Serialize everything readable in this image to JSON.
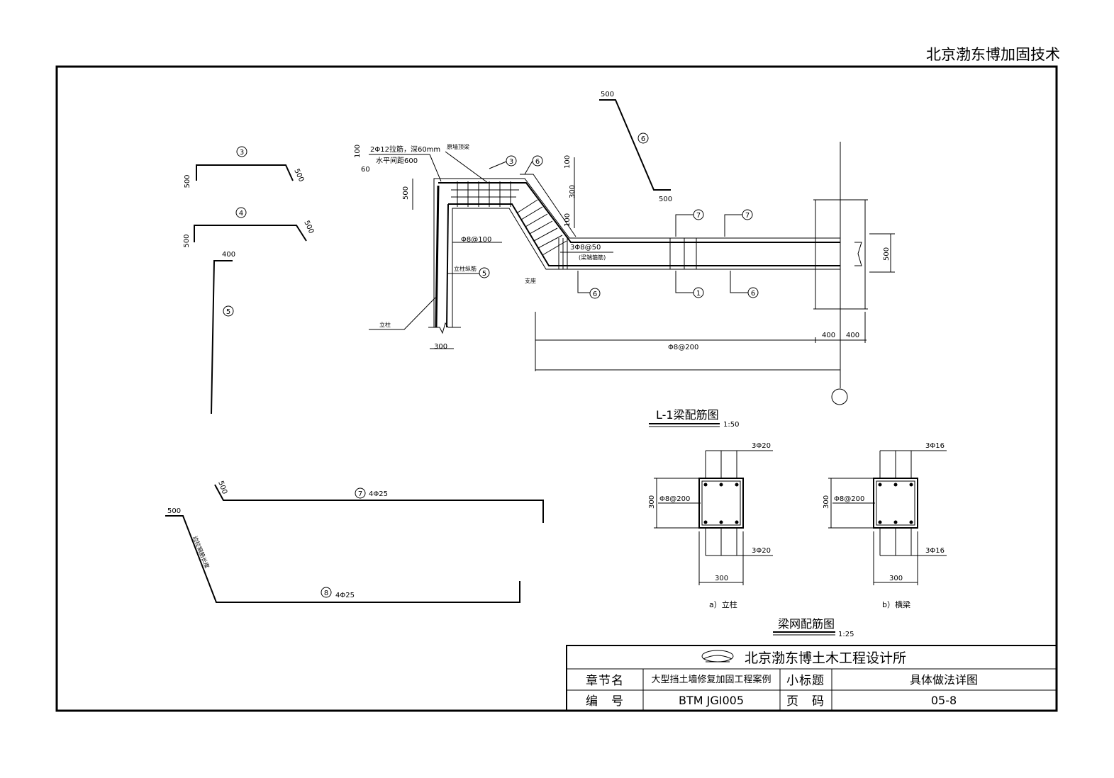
{
  "header": {
    "brand": "北京渤东博加固技术"
  },
  "bars": {
    "b3": {
      "mark": "3",
      "left": "500",
      "right": "500"
    },
    "b4": {
      "mark": "4",
      "left": "500",
      "right": "500"
    },
    "b5": {
      "mark": "5",
      "top": "400"
    },
    "b6": {
      "mark": "6",
      "top": "500",
      "bottom": "500"
    },
    "b7": {
      "mark": "7",
      "hook": "500",
      "spec": "4Φ25"
    },
    "b8": {
      "mark": "8",
      "top": "500",
      "spec": "4Φ25",
      "note": "边拉钢筋长度"
    }
  },
  "main": {
    "note1": "2Φ12拉筋，深60mm",
    "note2": "水平间距600",
    "dim100a": "100",
    "dim60": "60",
    "dim500a": "500",
    "dim300a": "300",
    "dim100b": "100",
    "dim100c": "100",
    "dim300b": "300",
    "dim500b": "500",
    "dim400a": "400",
    "dim400b": "400",
    "top_label": "原墙顶梁",
    "stir1": "Φ8@100",
    "stir2": "3Φ8@50",
    "stir2_note": "(梁端箍筋)",
    "stir3": "Φ8@200",
    "col_bars": "立柱纵筋",
    "col_label": "立柱",
    "support": "支座",
    "c3": "3",
    "c6a": "6",
    "c5": "5",
    "c7a": "7",
    "c7b": "7",
    "c6b": "6",
    "c1": "1",
    "c6c": "6"
  },
  "sections": {
    "title": "L-1梁配筋图",
    "scale1": "1:50",
    "a_top": "3Φ20",
    "a_bot": "3Φ20",
    "a_stir": "Φ8@200",
    "a_h": "300",
    "a_w": "300",
    "a_caption": "a）立柱",
    "b_top": "3Φ16",
    "b_bot": "3Φ16",
    "b_stir": "Φ8@200",
    "b_h": "300",
    "b_w": "300",
    "b_caption": "b）横梁",
    "title2": "梁网配筋图",
    "scale2": "1:25"
  },
  "titleblock": {
    "firm": "北京渤东博土木工程设计所",
    "chapter_label": "章节名",
    "chapter_value": "大型挡土墙修复加固工程案例",
    "subtitle_label": "小标题",
    "subtitle_value": "具体做法详图",
    "code_label": "编　号",
    "code_value": "BTM JGI005",
    "page_label": "页　码",
    "page_value": "05-8"
  }
}
